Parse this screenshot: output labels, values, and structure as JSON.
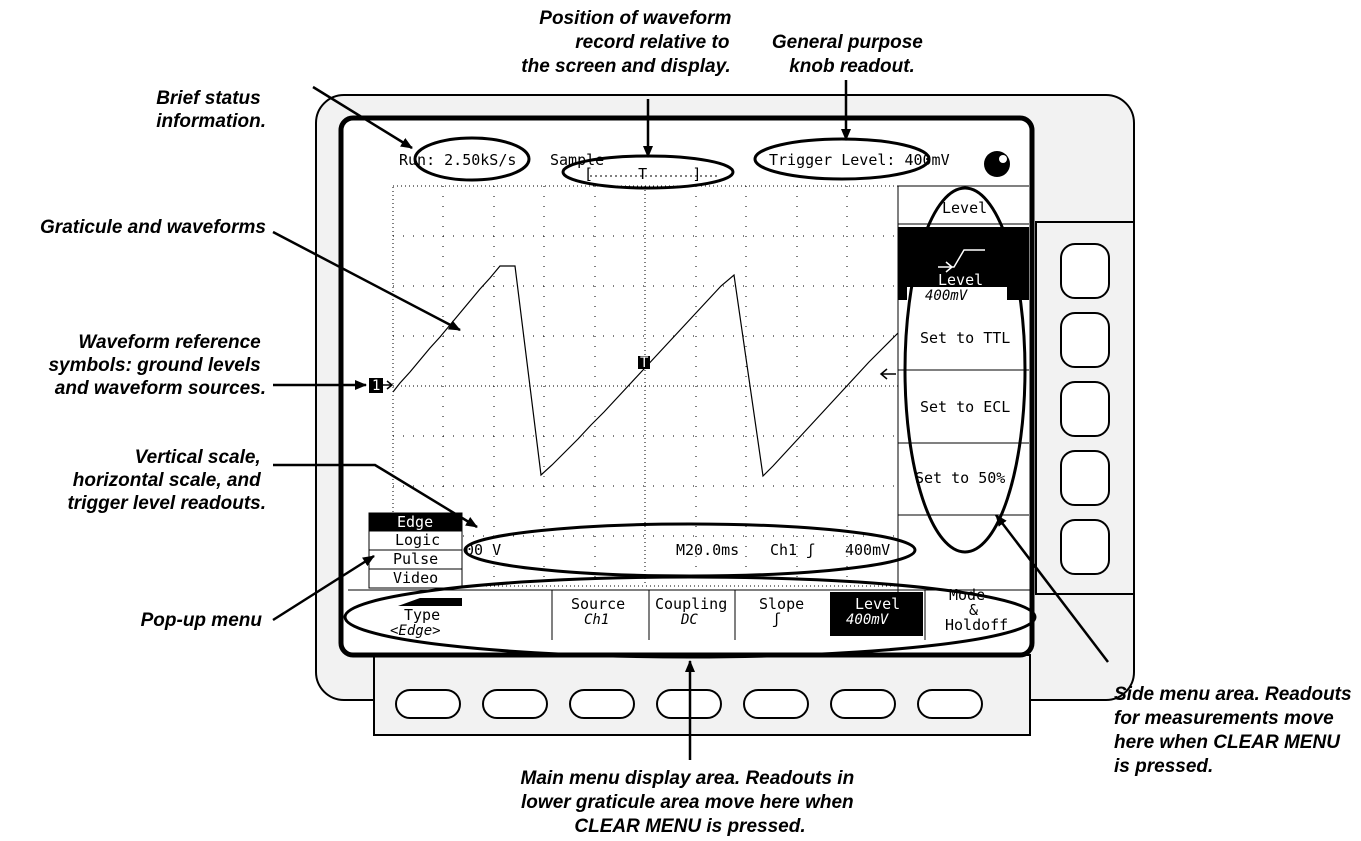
{
  "callouts": {
    "status_l1": "Brief status",
    "status_l2": "information.",
    "position_l1": "Position of waveform",
    "position_l2": "record relative to",
    "position_l3": "the screen and display.",
    "knob_l1": "General purpose",
    "knob_l2": "knob readout.",
    "graticule": "Graticule and waveforms",
    "refsym_l1": "Waveform reference",
    "refsym_l2": "symbols: ground levels",
    "refsym_l3": "and waveform sources.",
    "scale_l1": "Vertical scale,",
    "scale_l2": "horizontal scale, and",
    "scale_l3": "trigger level readouts.",
    "popup": "Pop-up menu",
    "side_l1": "Side menu area. Readouts",
    "side_l2": "for measurements move",
    "side_l3": "here when CLEAR MENU",
    "side_l4": "is pressed.",
    "main_l1": "Main menu display area. Readouts in",
    "main_l2": "lower graticule area move here when",
    "main_l3": "CLEAR MENU is pressed."
  },
  "screen": {
    "status_run": "Run: 2.50kS/s",
    "status_mode": "Sample",
    "record_position": "[     T     ]",
    "trigger_readout": "Trigger Level: 400mV",
    "ch1_marker": "1",
    "trigger_marker": "T",
    "readout_left": "00 V",
    "readout_timebase": "M20.0ms",
    "readout_trigger": "Ch1 ʃ",
    "readout_level": "400mV"
  },
  "side_menu": {
    "title": "Level",
    "level_label": "Level",
    "level_value": "400mV",
    "set_ttl": "Set to TTL",
    "set_ecl": "Set to ECL",
    "set_50": "Set to 50%"
  },
  "popup_menu": [
    "Edge",
    "Logic",
    "Pulse",
    "Video"
  ],
  "main_menu": {
    "type_label": "Type",
    "type_value": "<Edge>",
    "source_label": "Source",
    "source_value": "Ch1",
    "coupling_label": "Coupling",
    "coupling_value": "DC",
    "slope_label": "Slope",
    "slope_value": "ʃ",
    "level_label": "Level",
    "level_value": "400mV",
    "mode_l1": "Mode",
    "mode_l2": "&",
    "mode_l3": "Holdoff"
  },
  "colors": {
    "ink": "#000000",
    "paper": "#ffffff",
    "bezel_gray": "#f2f2f2"
  }
}
